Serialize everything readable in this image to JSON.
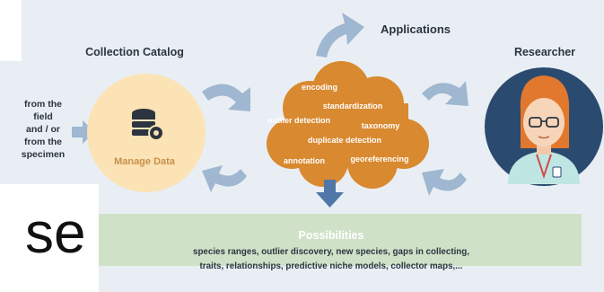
{
  "colors": {
    "panel_bg": "#e9eef4",
    "catalog_circle": "#fbe3b5",
    "cloud": "#d9892f",
    "arrow": "#9fb7d0",
    "arrow_dark": "#4f78a8",
    "researcher_circle": "#2b4a6f",
    "possibilities_bg": "#cfe2c8",
    "text_dark": "#2b3440",
    "catalog_label": "#c9904a"
  },
  "catalog": {
    "title": "Collection Catalog",
    "source_text": [
      "from the",
      "field",
      "and / or",
      "from the",
      "specimen"
    ],
    "icon": "database-gear-icon",
    "label": "Manage Data"
  },
  "applications": {
    "title": "Applications",
    "items": [
      "encoding",
      "standardization",
      "outlier detection",
      "taxonomy",
      "duplicate detection",
      "annotation",
      "georeferencing"
    ]
  },
  "researcher": {
    "title": "Researcher",
    "icon": "researcher-avatar-icon"
  },
  "possibilities": {
    "title": "Possibilities",
    "lines": [
      "species ranges, outlier discovery, new species, gaps in collecting,",
      "traits, relationships, predictive niche models, collector maps,..."
    ]
  },
  "overlay_text": "se"
}
